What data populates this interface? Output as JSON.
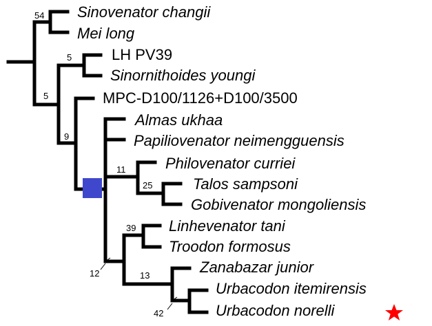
{
  "taxa": [
    {
      "name": "Sinovenator changii",
      "italic": true
    },
    {
      "name": "Mei long",
      "italic": true
    },
    {
      "name": "LH PV39",
      "italic": false
    },
    {
      "name": "Sinornithoides youngi",
      "italic": true
    },
    {
      "name": "MPC-D100/1126+D100/3500",
      "italic": false
    },
    {
      "name": "Almas ukhaa",
      "italic": true
    },
    {
      "name": "Papiliovenator neimengguensis",
      "italic": true
    },
    {
      "name": "Philovenator curriei",
      "italic": true
    },
    {
      "name": "Talos sampsoni",
      "italic": true
    },
    {
      "name": "Gobivenator mongoliensis",
      "italic": true
    },
    {
      "name": "Linhevenator tani",
      "italic": true
    },
    {
      "name": "Troodon formosus",
      "italic": true
    },
    {
      "name": "Zanabazar junior",
      "italic": true
    },
    {
      "name": "Urbacodon itemirensis",
      "italic": true
    },
    {
      "name": "Urbacodon norelli",
      "italic": true
    }
  ],
  "support": [
    "54",
    "5",
    "5",
    "9",
    "11",
    "25",
    "39",
    "12",
    "13",
    "42"
  ],
  "colors": {
    "node_marker": "#3f48cc",
    "star": "#ff0000",
    "branch": "#000000"
  },
  "highlight": {
    "taxon": "Urbacodon norelli",
    "icon": "star-icon"
  }
}
